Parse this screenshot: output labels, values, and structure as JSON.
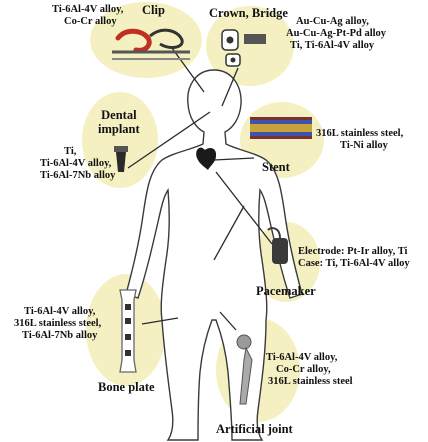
{
  "labels": {
    "clip_materials": [
      "Ti-6Al-4V alloy,",
      "Co-Cr alloy"
    ],
    "clip_title": "Clip",
    "crown_title": "Crown, Bridge",
    "crown_materials": [
      "Au-Cu-Ag alloy,",
      "Au-Cu-Ag-Pt-Pd alloy",
      "Ti, Ti-6Al-4V alloy"
    ],
    "dental_title": [
      "Dental",
      "implant"
    ],
    "dental_materials": [
      "Ti,",
      "Ti-6Al-4V alloy,",
      "Ti-6Al-7Nb alloy"
    ],
    "stent_materials": [
      "316L stainless steel,",
      "Ti-Ni alloy"
    ],
    "stent_title": "Stent",
    "pacemaker_materials": [
      "Electrode: Pt-Ir alloy, Ti",
      "Case: Ti, Ti-6Al-4V alloy"
    ],
    "pacemaker_title": "Pacemaker",
    "plate_materials": [
      "Ti-6Al-4V alloy,",
      "316L stainless steel,",
      "Ti-6Al-7Nb alloy"
    ],
    "plate_title": "Bone plate",
    "joint_materials": [
      "Ti-6Al-4V alloy,",
      "Co-Cr alloy,",
      "316L stainless steel"
    ],
    "joint_title": "Artificial joint"
  },
  "colors": {
    "bubble": "#f5f0c2",
    "outline": "#3a3a3a",
    "text": "#111111"
  }
}
